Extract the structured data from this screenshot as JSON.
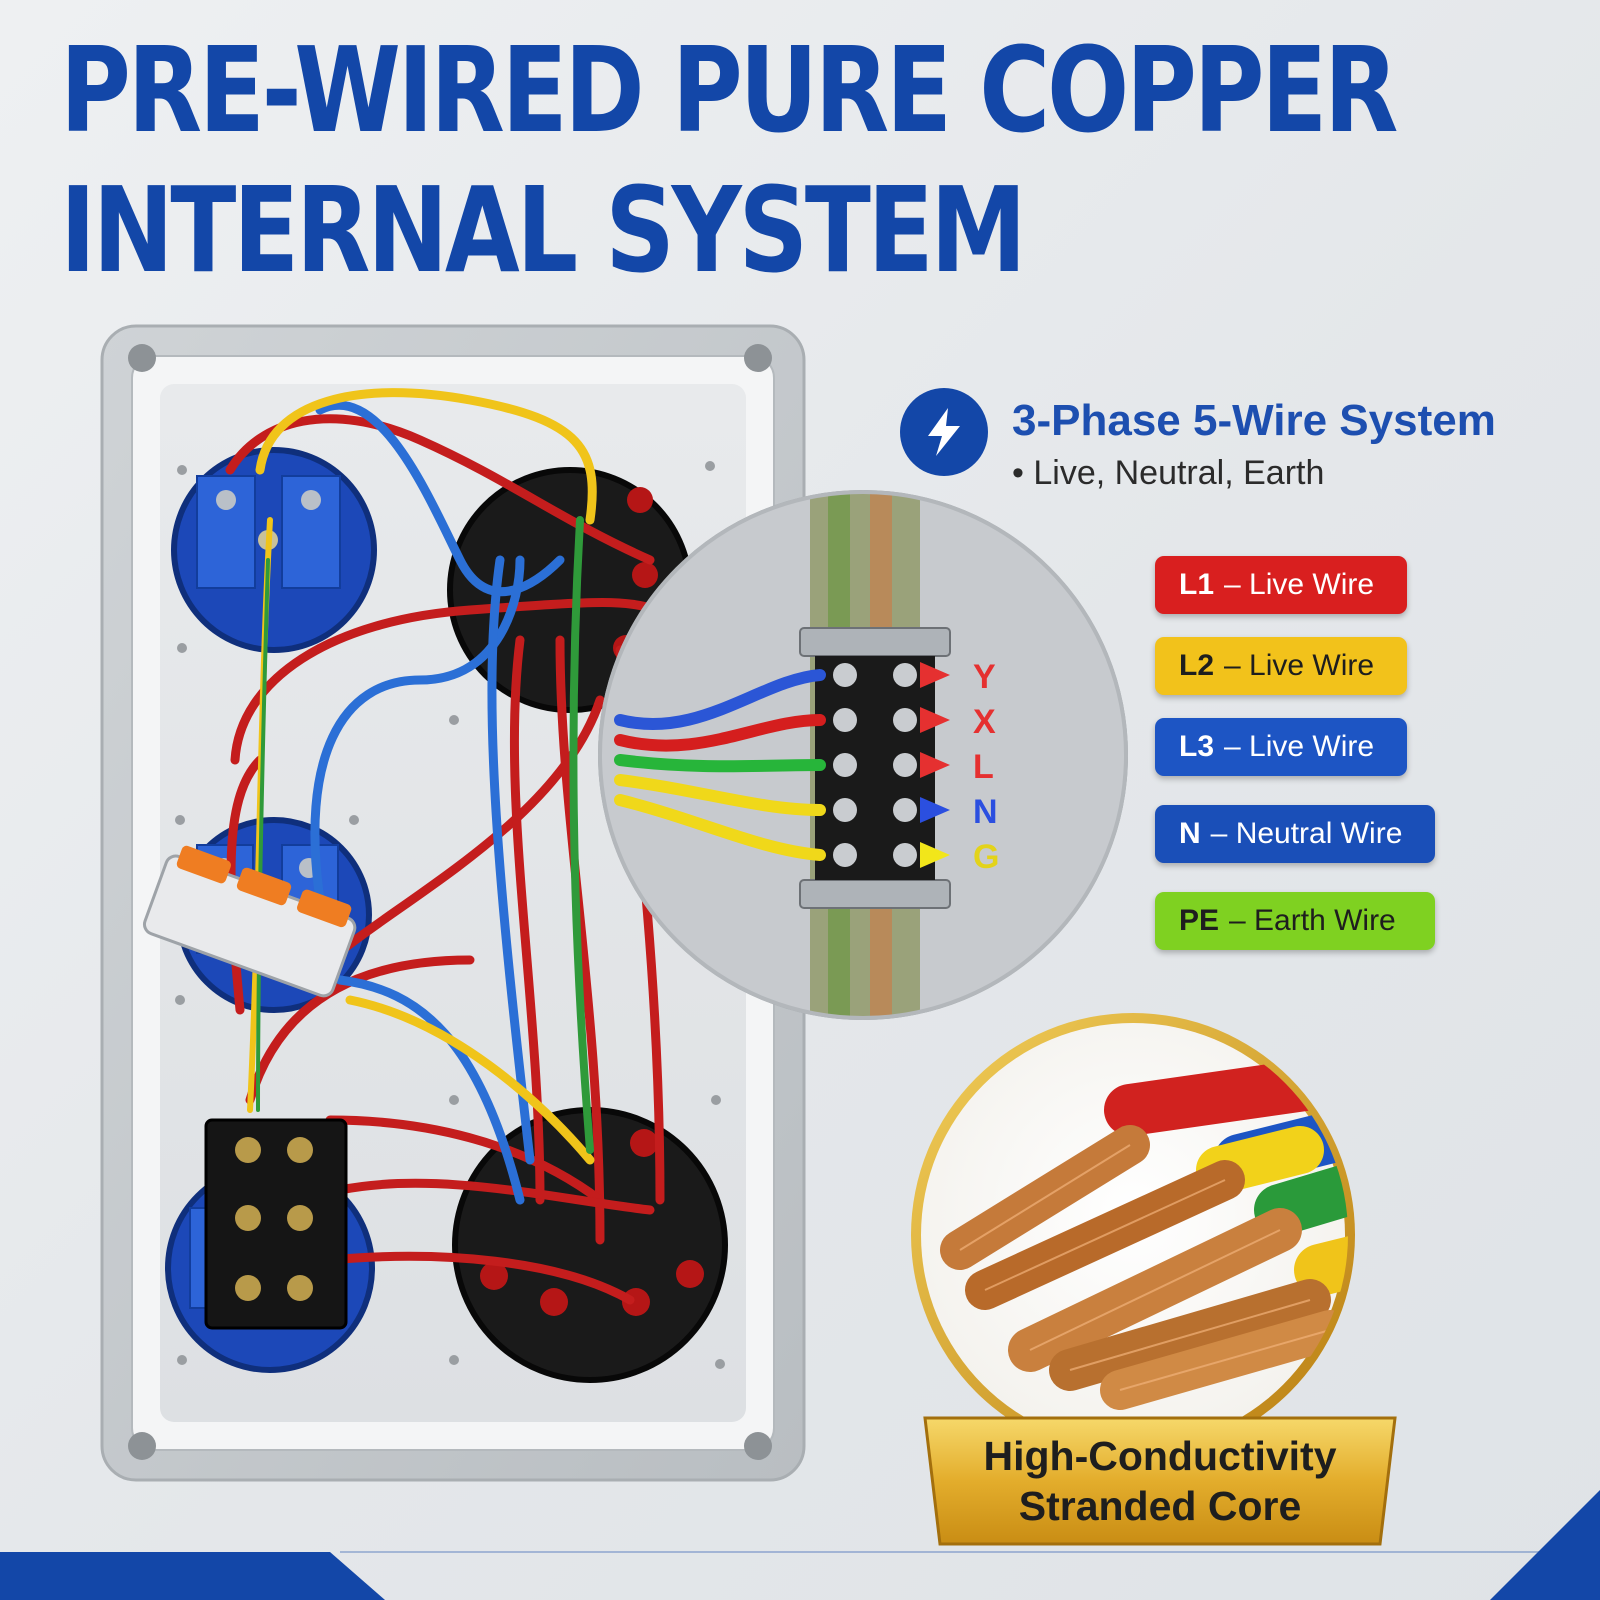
{
  "headline": {
    "line1": "PRE-WIRED PURE COPPER",
    "line2": "INTERNAL SYSTEM"
  },
  "system": {
    "icon": "lightning-bolt-icon",
    "title": "3-Phase 5-Wire System",
    "subtitle": "• Live, Neutral, Earth"
  },
  "terminal_labels": [
    "Y",
    "X",
    "L",
    "N",
    "G"
  ],
  "legend": [
    {
      "code": "L1",
      "label": "– Live Wire",
      "color": "#d91f1f",
      "text_color": "#ffffff"
    },
    {
      "code": "L2",
      "label": "– Live Wire",
      "color": "#f2c21b",
      "text_color": "#1e1e1e"
    },
    {
      "code": "L3",
      "label": "– Live Wire",
      "color": "#1d55c4",
      "text_color": "#ffffff"
    },
    {
      "code": "N",
      "label": "– Neutral Wire",
      "color": "#1a4fb8",
      "text_color": "#ffffff"
    },
    {
      "code": "PE",
      "label": "– Earth Wire",
      "color": "#7fd121",
      "text_color": "#1e1e1e"
    }
  ],
  "core_banner": {
    "line1": "High-Conductivity",
    "line2": "Stranded Core"
  },
  "colors": {
    "brand_blue": "#1347a8",
    "accent_gold": "#d9a21a"
  }
}
